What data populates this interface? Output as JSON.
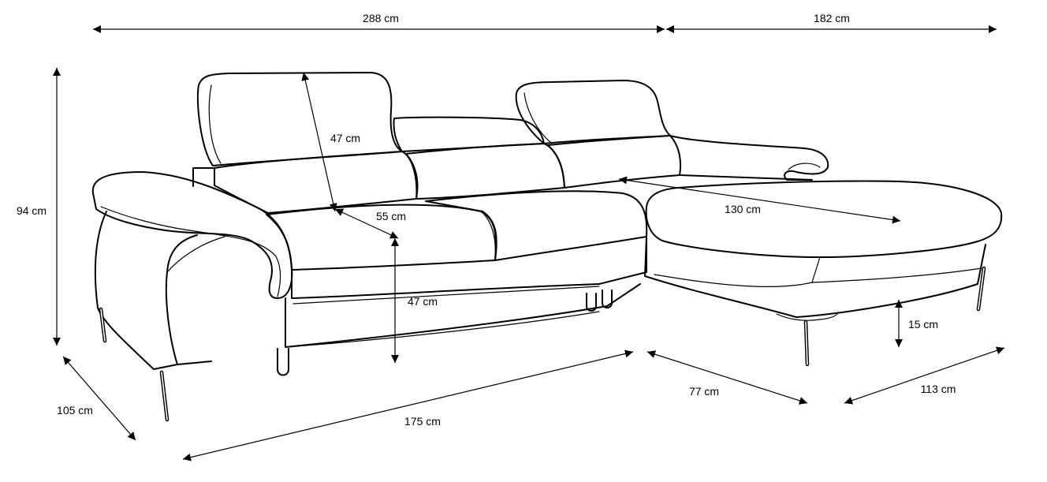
{
  "dimensions": {
    "total_width": "288 cm",
    "chaise_width": "182 cm",
    "height": "94 cm",
    "depth": "105 cm",
    "seat_length": "175 cm",
    "headrest_height": "47 cm",
    "seat_depth": "55 cm",
    "seat_height": "47 cm",
    "chaise_length": "130 cm",
    "leg_height": "15 cm",
    "chaise_front_depth": "77 cm",
    "chaise_depth": "113 cm"
  },
  "colors": {
    "line": "#000000",
    "background": "#ffffff"
  }
}
